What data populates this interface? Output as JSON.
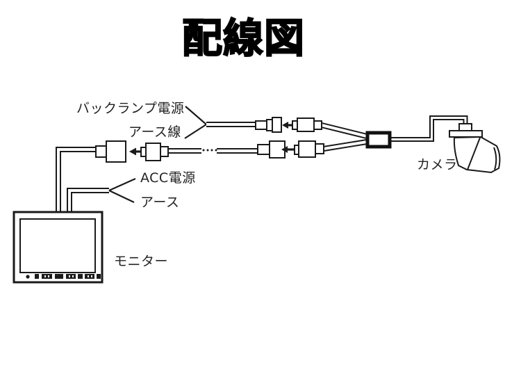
{
  "title": "配線図",
  "labels": {
    "back_lamp_power": "バックランプ電源",
    "earth_wire": "アース線",
    "acc_power": "ACC電源",
    "earth": "アース",
    "monitor": "モニター",
    "camera": "カメラ"
  },
  "colors": {
    "line": "#1a1a1a",
    "text": "#222222",
    "background": "#ffffff"
  },
  "diagram_type": "wiring-diagram"
}
